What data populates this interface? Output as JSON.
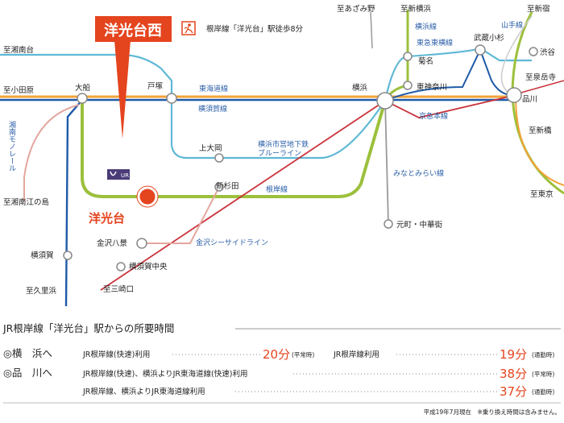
{
  "title_station": "洋光台西",
  "station_main": "洋光台",
  "walk_note": "根岸線「洋光台」駅徒歩8分",
  "ur_mark": "UR",
  "stations": {
    "ofuna": "大船",
    "totsuka": "戸塚",
    "yokohama": "横浜",
    "kikuna": "菊名",
    "higashi_kanagawa": "東神奈川",
    "musashi_kosugi": "武蔵小杉",
    "shibuya": "渋谷",
    "shinagawa": "品川",
    "kamiooka": "上大岡",
    "shinsugita": "新杉田",
    "kanazawa_hakkei": "金沢八景",
    "yokosuka_chuo": "横須賀中央",
    "yokosuka": "横須賀",
    "motomachi": "元町・中華街"
  },
  "destinations": {
    "shonandai": "至湘南台",
    "odawara": "至小田原",
    "enoshima": "至湘南江の島",
    "kurihama": "至久里浜",
    "misakiguchi": "至三崎口",
    "azamino": "至あざみ野",
    "shin_yokohama": "至新横浜",
    "shinjuku": "至新宿",
    "shinbashi": "至新橋",
    "sengakuji": "至泉岳寺",
    "tokyo": "至東京"
  },
  "lines": {
    "tokaido": "東海道線",
    "yokosuka": "横須賀線",
    "yokohama_line": "横浜線",
    "toyoko": "東急東横線",
    "yamanote": "山手線",
    "keikyu": "京急本線",
    "minatomirai": "みなとみらい線",
    "blue_line_1": "横浜市営地下鉄",
    "blue_line_2": "ブルーライン",
    "negishi": "根岸線",
    "seaside": "金沢シーサイドライン",
    "shonan_monorail": "湘南モノレール"
  },
  "travel": {
    "heading": "JR根岸線「洋光台」駅からの所要時間",
    "rows": [
      {
        "dest": "◎横　浜へ",
        "desc": "JR根岸線(快速)利用",
        "min": "20分",
        "note": "(平常時)",
        "desc2": "JR根岸線利用",
        "min2": "19分",
        "note2": "(通勤時)"
      },
      {
        "dest": "◎品　川へ",
        "desc": "JR根岸線(快速)、横浜よりJR東海道線(快速)利用",
        "min": "38分",
        "note": "(平常時)"
      },
      {
        "dest": "",
        "desc": "JR根岸線、横浜よりJR東海道線利用",
        "min": "37分",
        "note": "(通勤時)"
      }
    ],
    "footnote": "平成19年7月現在　※乗り換え時間は含みません。"
  }
}
